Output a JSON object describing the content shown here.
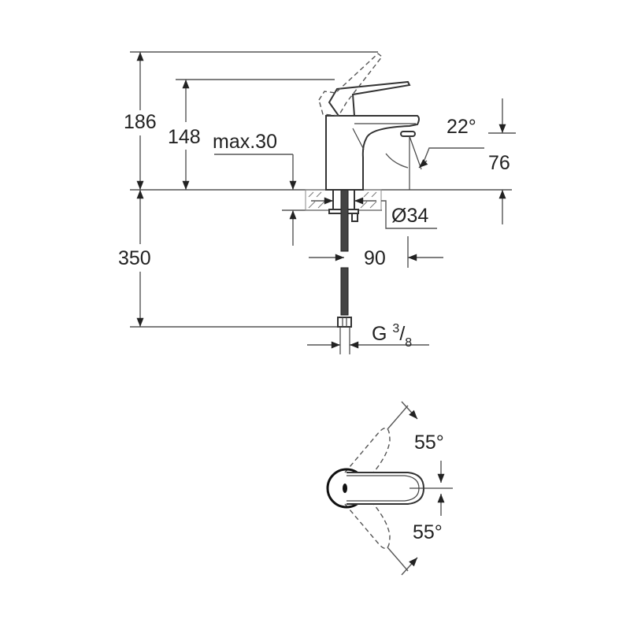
{
  "drawing": {
    "title": "Single-lever basin mixer dimension drawing",
    "colors": {
      "line": "#333333",
      "dimension": "#555555",
      "background": "#ffffff"
    },
    "side_view": {
      "dimensions": {
        "overall_height": "186",
        "body_height": "148",
        "max_deck_thickness": "max.30",
        "spout_height": "76",
        "spout_angle": "22°",
        "hole_diameter": "Ø34",
        "hose_length": "350",
        "spout_reach": "90",
        "connection_thread_prefix": "G",
        "connection_thread_num": "3",
        "connection_thread_sep": "/",
        "connection_thread_den": "8"
      }
    },
    "top_view": {
      "dimensions": {
        "lever_angle_up": "55°",
        "lever_angle_down": "55°"
      }
    }
  }
}
